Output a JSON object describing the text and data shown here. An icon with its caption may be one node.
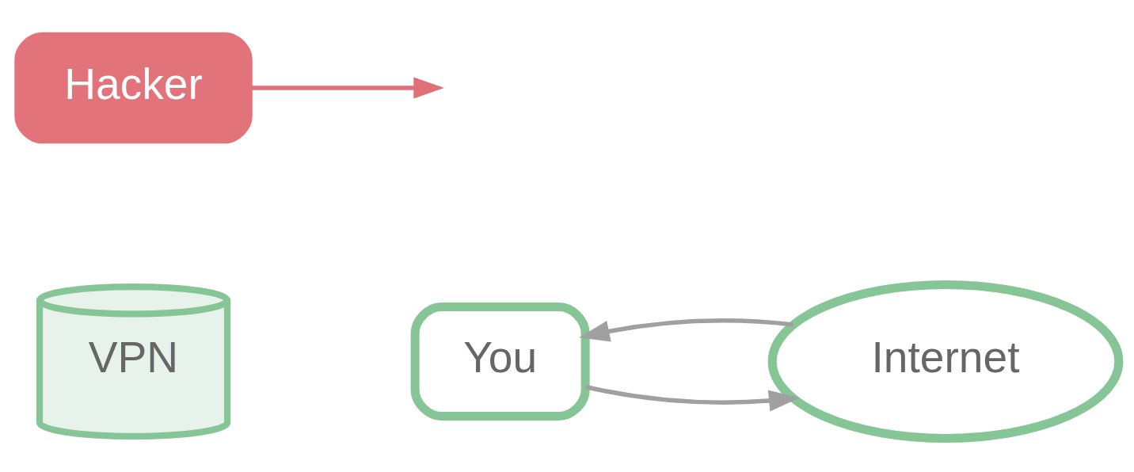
{
  "diagram": {
    "nodes": [
      {
        "text": [
          "Hacker"
        ]
      },
      {
        "text": [
          "You"
        ]
      },
      {
        "text": [
          "VPN"
        ]
      },
      {
        "text": [
          "Internet"
        ]
      }
    ],
    "edges": [
      {
        "from": 1,
        "to": 3,
        "arrow": "to"
      },
      {
        "from": 3,
        "to": 1,
        "arrow": "to"
      },
      {
        "from": 0,
        "to": null,
        "arrow": "to",
        "color": "#e07078"
      }
    ]
  }
}
